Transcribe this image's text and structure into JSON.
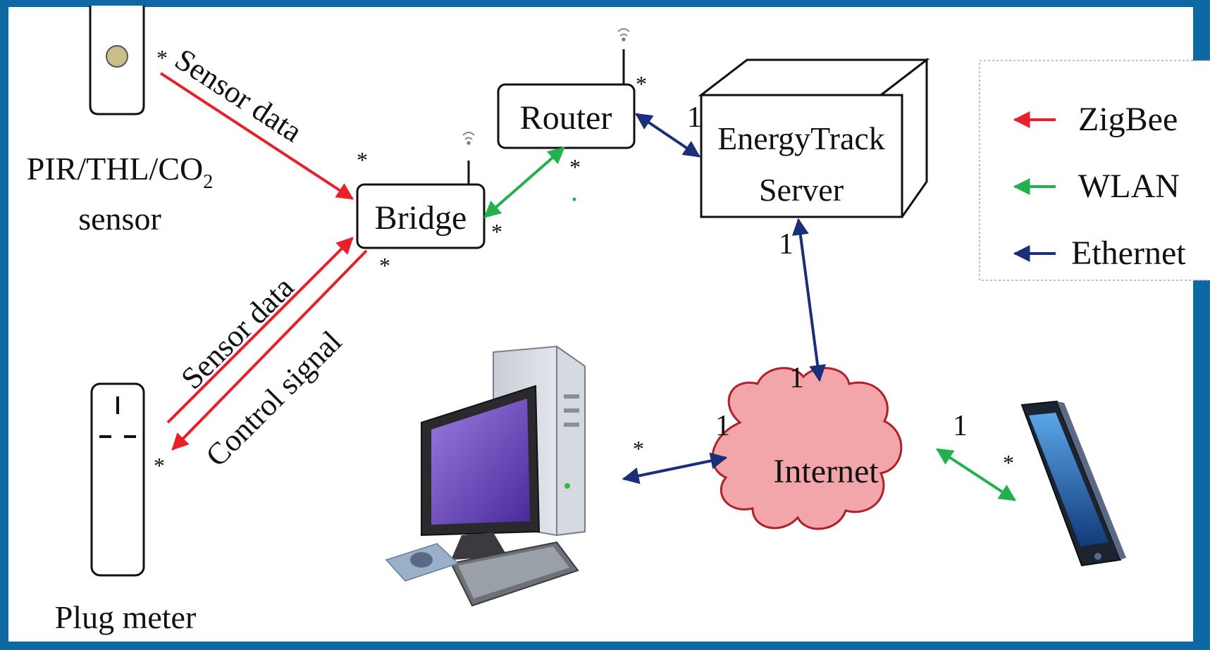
{
  "nodes": {
    "pir_sensor": {
      "label": "PIR/THL/CO",
      "subscript": "2",
      "label_line2": "sensor"
    },
    "plug_meter": {
      "label": "Plug meter"
    },
    "bridge": {
      "label": "Bridge"
    },
    "router": {
      "label": "Router"
    },
    "server": {
      "label_line1": "EnergyTrack",
      "label_line2": "Server"
    },
    "internet": {
      "label": "Internet"
    }
  },
  "edges": {
    "sensor_to_bridge": {
      "label": "Sensor data"
    },
    "plug_to_bridge": {
      "label": "Sensor data"
    },
    "bridge_to_plug": {
      "label": "Control signal"
    }
  },
  "multiplicity": {
    "many": "*",
    "one": "1"
  },
  "legend": {
    "items": [
      {
        "label": "ZigBee",
        "color": "#e8202a"
      },
      {
        "label": "WLAN",
        "color": "#22b14c"
      },
      {
        "label": "Ethernet",
        "color": "#1a2f7a"
      }
    ]
  },
  "colors": {
    "zigbee": "#e8202a",
    "wlan": "#22b14c",
    "ethernet": "#1a2f7a",
    "border": "#0d68a3",
    "cloud_fill": "#f2a6aa",
    "cloud_stroke": "#b0202a",
    "monitor_screen": "#6a3fb8"
  },
  "icons": {
    "pc": "desktop-computer-icon",
    "phone": "smartphone-icon",
    "wifi": "wifi-icon"
  }
}
